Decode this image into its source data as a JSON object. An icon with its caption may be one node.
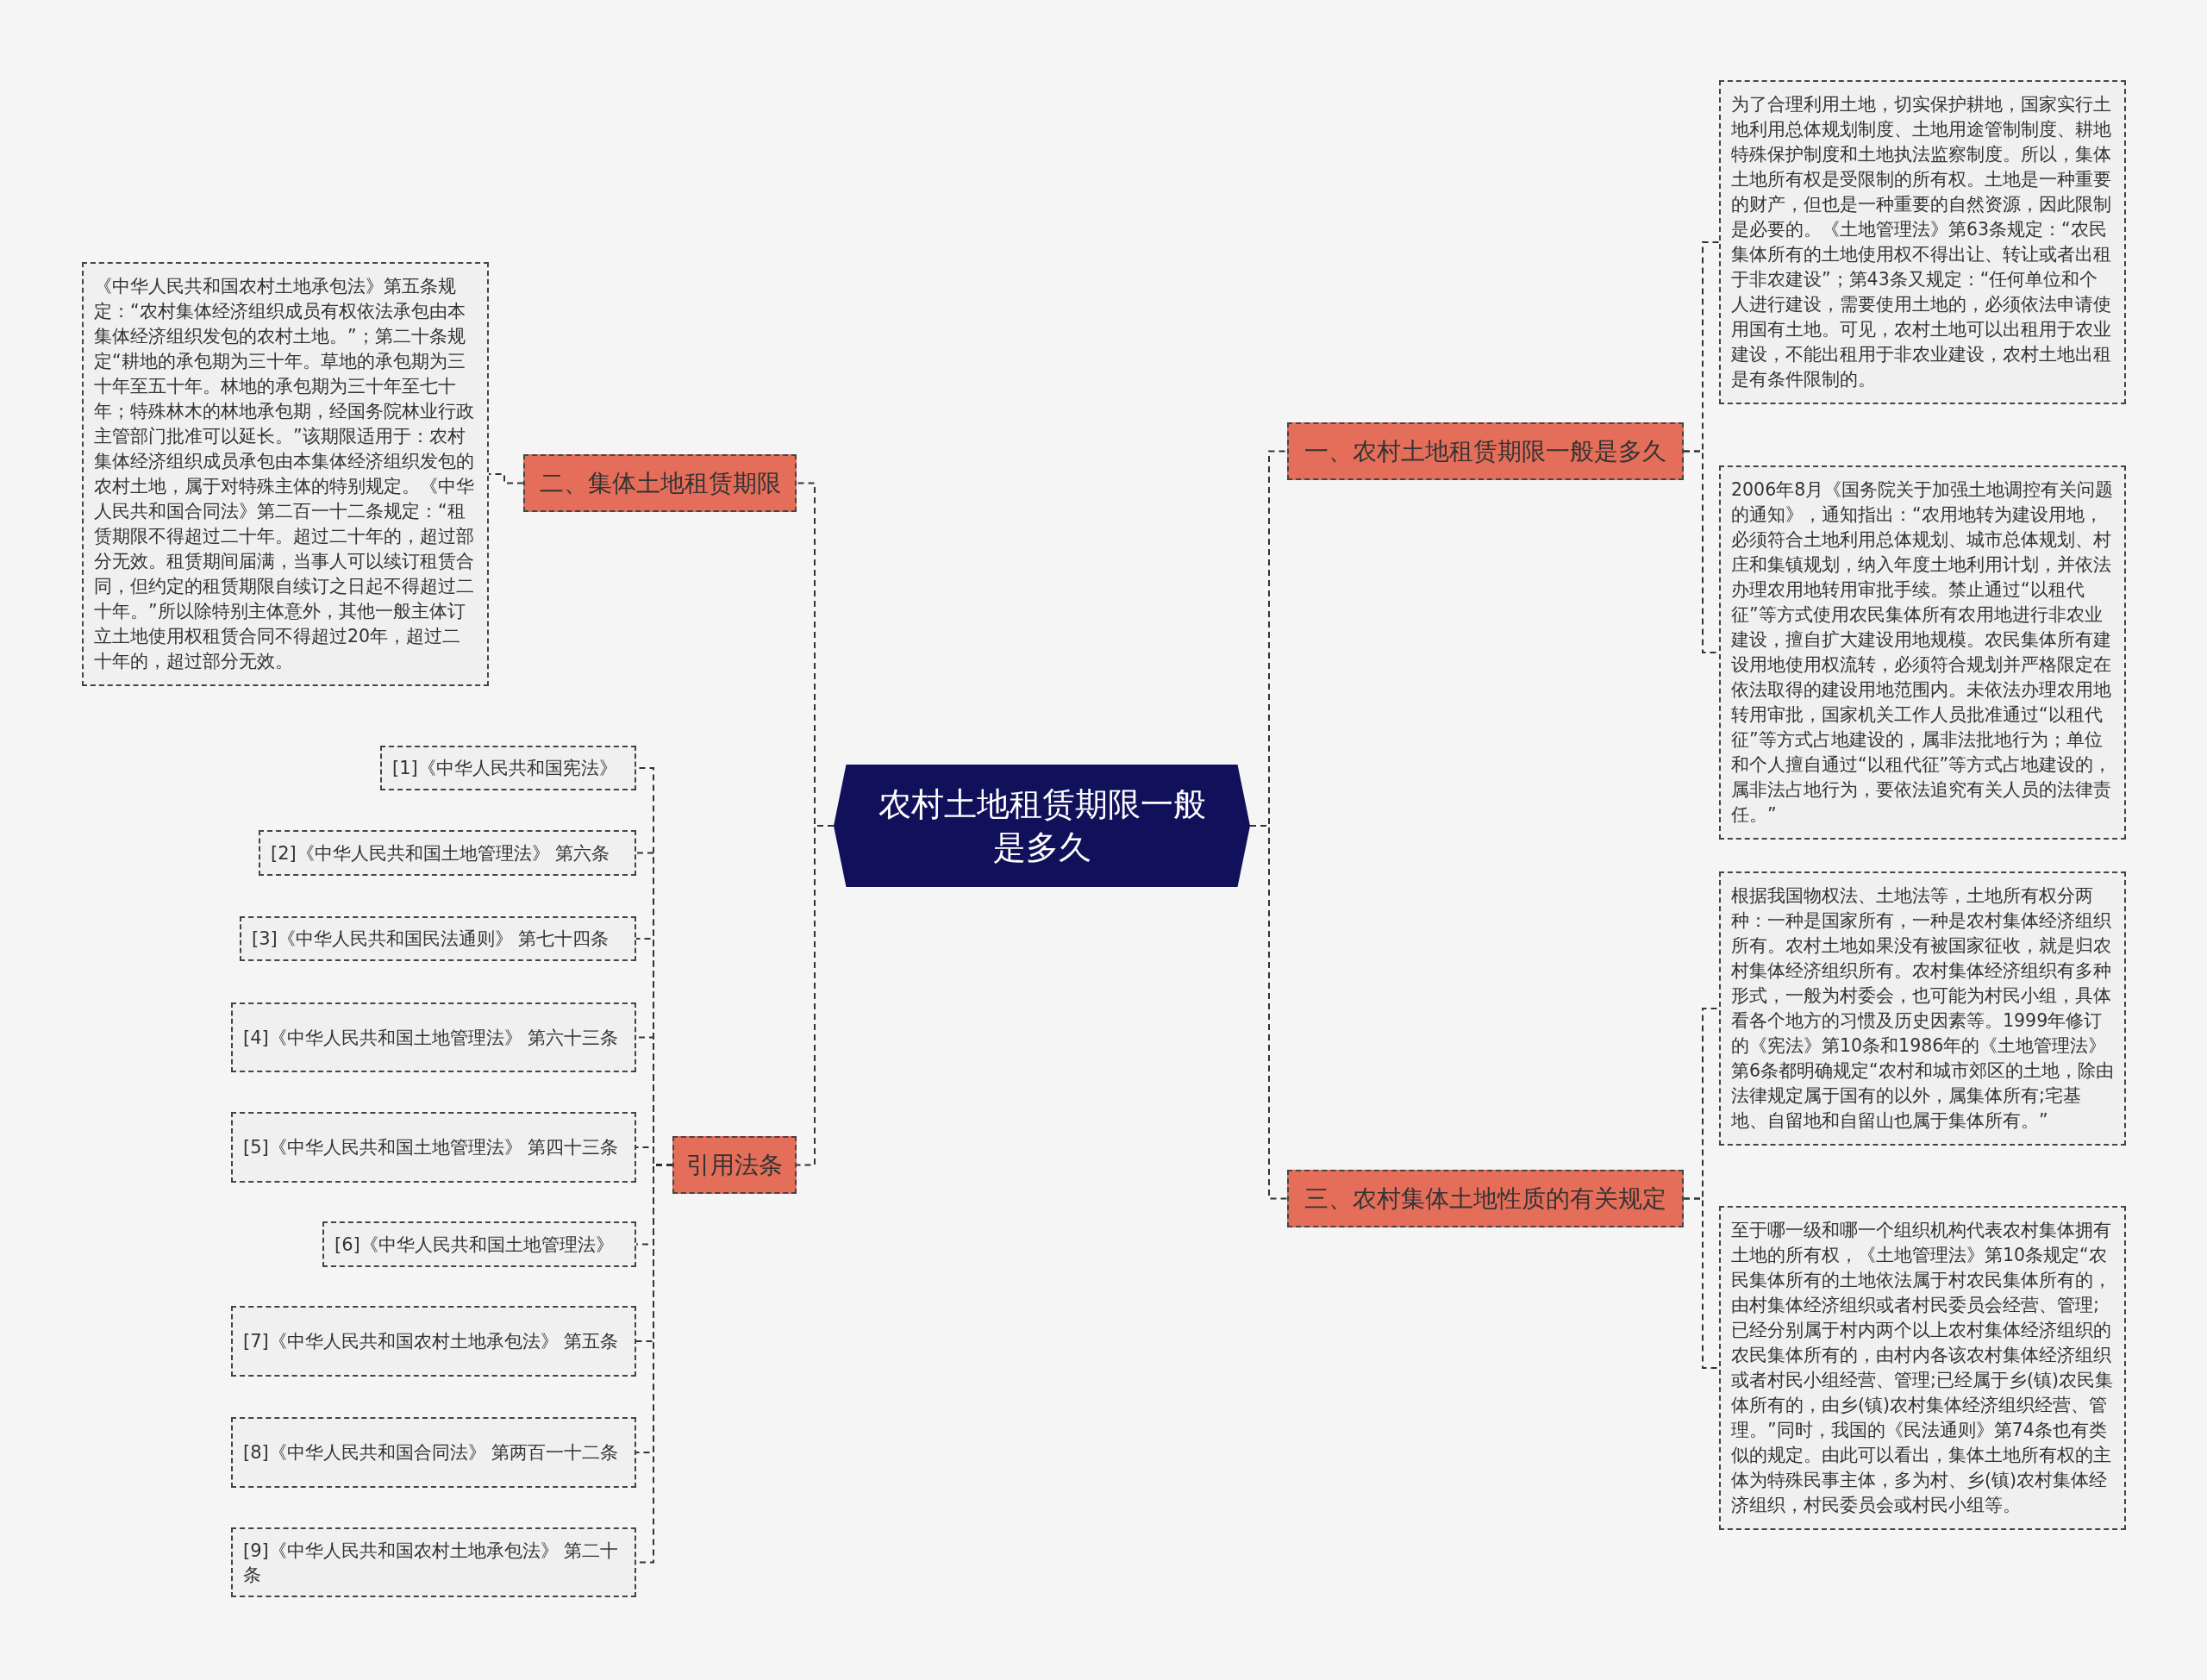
{
  "diagram": {
    "nodes": [
      {
        "text": [
          "农村土地租赁期限一般是多久"
        ]
      },
      {
        "text": [
          "二、集体土地租赁期限"
        ]
      },
      {
        "text": [
          "《中华人民共和国农村土地承包法》第五条规定：“农村集体经济组织成员有权依法承包由本集体经济组织发包的农村土地。”；第二十条规定“耕地的承包期为三十年。草地的承包期为三十年至五十年。林地的承包期为三十年至七十年；特殊林木的林地承包期，经国务院林业行政主管部门批准可以延长。”该期限适用于：农村集体经济组织成员承包由本集体经济组织发包的农村土地，属于对特殊主体的特别规定。《中华人民共和国合同法》第二百一十二条规定：“租赁期限不得超过二十年。超过二十年的，超过部分无效。租赁期间届满，当事人可以续订租赁合同，但约定的租赁期限自续订之日起不得超过二十年。”所以除特别主体意外，其他一般主体订立土地使用权租赁合同不得超过20年，超过二十年的，超过部分无效。"
        ]
      },
      {
        "text": [
          "引用法条"
        ]
      },
      {
        "text": [
          "[1]《中华人民共和国宪法》"
        ]
      },
      {
        "text": [
          "[2]《中华人民共和国土地管理法》 第六条"
        ]
      },
      {
        "text": [
          "[3]《中华人民共和国民法通则》 第七十四条"
        ]
      },
      {
        "text": [
          "[4]《中华人民共和国土地管理法》 第六十三条"
        ]
      },
      {
        "text": [
          "[5]《中华人民共和国土地管理法》 第四十三条"
        ]
      },
      {
        "text": [
          "[6]《中华人民共和国土地管理法》"
        ]
      },
      {
        "text": [
          "[7]《中华人民共和国农村土地承包法》 第五条"
        ]
      },
      {
        "text": [
          "[8]《中华人民共和国合同法》 第两百一十二条"
        ]
      },
      {
        "text": [
          "[9]《中华人民共和国农村土地承包法》 第二十条"
        ]
      },
      {
        "text": [
          "一、农村土地租赁期限一般是多久"
        ]
      },
      {
        "text": [
          "为了合理利用土地，切实保护耕地，国家实行土地利用总体规划制度、土地用途管制制度、耕地特殊保护制度和土地执法监察制度。所以，集体土地所有权是受限制的所有权。土地是一种重要的财产，但也是一种重要的自然资源，因此限制是必要的。《土地管理法》第63条规定：“农民集体所有的土地使用权不得出让、转让或者出租于非农建设”；第43条又规定：“任何单位和个人进行建设，需要使用土地的，必须依法申请使用国有土地。可见，农村土地可以出租用于农业建设，不能出租用于非农业建设，农村土地出租是有条件限制的。"
        ]
      },
      {
        "text": [
          "2006年8月《国务院关于加强土地调控有关问题的通知》，通知指出：“农用地转为建设用地，必须符合土地利用总体规划、城市总体规划、村庄和集镇规划，纳入年度土地利用计划，并依法办理农用地转用审批手续。禁止通过“以租代征”等方式使用农民集体所有农用地进行非农业建设，擅自扩大建设用地规模。农民集体所有建设用地使用权流转，必须符合规划并严格限定在依法取得的建设用地范围内。未依法办理农用地转用审批，国家机关工作人员批准通过“以租代征”等方式占地建设的，属非法批地行为；单位和个人擅自通过“以租代征”等方式占地建设的，属非法占地行为，要依法追究有关人员的法律责任。”"
        ]
      },
      {
        "text": [
          "三、农村集体土地性质的有关规定"
        ]
      },
      {
        "text": [
          "根据我国物权法、土地法等，土地所有权分两种：一种是国家所有，一种是农村集体经济组织所有。农村土地如果没有被国家征收，就是归农村集体经济组织所有。农村集体经济组织有多种形式，一般为村委会，也可能为村民小组，具体看各个地方的习惯及历史因素等。1999年修订的《宪法》第10条和1986年的《土地管理法》第6条都明确规定“农村和城市郊区的土地，除由法律规定属于国有的以外，属集体所有;宅基地、自留地和自留山也属于集体所有。”"
        ]
      },
      {
        "text": [
          "至于哪一级和哪一个组织机构代表农村集体拥有土地的所有权，《土地管理法》第10条规定“农民集体所有的土地依法属于村农民集体所有的，由村集体经济组织或者村民委员会经营、管理;已经分别属于村内两个以上农村集体经济组织的农民集体所有的，由村内各该农村集体经济组织或者村民小组经营、管理;已经属于乡(镇)农民集体所有的，由乡(镇)农村集体经济组织经营、管理。”同时，我国的《民法通则》第74条也有类似的规定。由此可以看出，集体土地所有权的主体为特殊民事主体，多为村、乡(镇)农村集体经济组织，村民委员会或村民小组等。"
        ]
      }
    ],
    "edges": [
      {
        "from": 0,
        "to": 1,
        "arrow": "none",
        "style": "dashed"
      },
      {
        "from": 1,
        "to": 2,
        "arrow": "none",
        "style": "dashed"
      },
      {
        "from": 0,
        "to": 3,
        "arrow": "none",
        "style": "dashed"
      },
      {
        "from": 3,
        "to": 4,
        "arrow": "none",
        "style": "dashed"
      },
      {
        "from": 3,
        "to": 5,
        "arrow": "none",
        "style": "dashed"
      },
      {
        "from": 3,
        "to": 6,
        "arrow": "none",
        "style": "dashed"
      },
      {
        "from": 3,
        "to": 7,
        "arrow": "none",
        "style": "dashed"
      },
      {
        "from": 3,
        "to": 8,
        "arrow": "none",
        "style": "dashed"
      },
      {
        "from": 3,
        "to": 9,
        "arrow": "none",
        "style": "dashed"
      },
      {
        "from": 3,
        "to": 10,
        "arrow": "none",
        "style": "dashed"
      },
      {
        "from": 3,
        "to": 11,
        "arrow": "none",
        "style": "dashed"
      },
      {
        "from": 3,
        "to": 12,
        "arrow": "none",
        "style": "dashed"
      },
      {
        "from": 0,
        "to": 13,
        "arrow": "none",
        "style": "dashed"
      },
      {
        "from": 13,
        "to": 14,
        "arrow": "none",
        "style": "dashed"
      },
      {
        "from": 13,
        "to": 15,
        "arrow": "none",
        "style": "dashed"
      },
      {
        "from": 0,
        "to": 16,
        "arrow": "none",
        "style": "dashed"
      },
      {
        "from": 16,
        "to": 17,
        "arrow": "none",
        "style": "dashed"
      },
      {
        "from": 16,
        "to": 18,
        "arrow": "none",
        "style": "dashed"
      }
    ]
  }
}
